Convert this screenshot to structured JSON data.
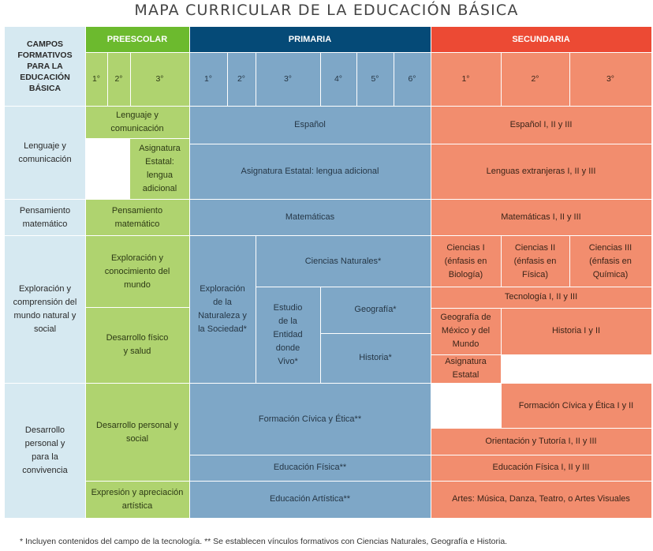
{
  "title": "MAPA CURRICULAR DE LA EDUCACIÓN BÁSICA",
  "header": {
    "campos": "CAMPOS FORMATIVOS PARA LA EDUCACIÓN BÁSICA",
    "preescolar": "PREESCOLAR",
    "primaria": "PRIMARIA",
    "secundaria": "SECUNDARIA",
    "preescolar_grades": [
      "1°",
      "2°",
      "3°"
    ],
    "primaria_grades": [
      "1°",
      "2°",
      "3°",
      "4°",
      "5°",
      "6°"
    ],
    "secundaria_grades": [
      "1°",
      "2°",
      "3°"
    ]
  },
  "campos": {
    "lenguaje": "Lenguaje y comunicación",
    "pensamiento": "Pensamiento matemático",
    "exploracion": "Exploración y comprensión del mundo natural y social",
    "desarrollo": "Desarrollo personal y para la convivencia"
  },
  "preescolar": {
    "lenguaje": "Lenguaje y comunicación",
    "asignatura_estatal": "Asignatura Estatal: lengua adicional",
    "pensamiento": "Pensamiento matemático",
    "exploracion": "Exploración y conocimiento del mundo",
    "desarrollo_fisico": "Desarrollo físico y salud",
    "desarrollo_personal": "Desarrollo personal y social",
    "expresion": "Expresión y apreciación artística"
  },
  "primaria": {
    "espanol": "Español",
    "asignatura_estatal": "Asignatura Estatal:  lengua adicional",
    "matematicas": "Matemáticas",
    "exploracion_naturaleza": "Exploración de la Naturaleza y la Sociedad*",
    "ciencias_naturales": "Ciencias Naturales*",
    "estudio_entidad": "Estudio de la Entidad donde Vivo*",
    "geografia": "Geografía*",
    "historia": "Historia*",
    "formacion_civica": "Formación Cívica y Ética**",
    "educacion_fisica": "Educación Física**",
    "educacion_artistica": "Educación Artística**"
  },
  "secundaria": {
    "espanol": "Español I, II y III",
    "lenguas_extranjeras": "Lenguas extranjeras  I, II y III",
    "matematicas": "Matemáticas  I, II y III",
    "ciencias_1": "Ciencias I (énfasis en Biología)",
    "ciencias_2": "Ciencias II (énfasis en Física)",
    "ciencias_3": "Ciencias III (énfasis en Química)",
    "tecnologia": "Tecnología  I, II y III",
    "geografia": "Geografía de México y del Mundo",
    "historia": "Historia I y II",
    "asignatura_estatal": "Asignatura Estatal",
    "formacion_civica": "Formación Cívica  y Ética I y II",
    "orientacion": "Orientación  y Tutoría  I, II y III",
    "educacion_fisica": "Educación Física I, II y III",
    "artes": "Artes: Música, Danza, Teatro, o Artes Visuales"
  },
  "footnote": "* Incluyen contenidos del campo de la tecnología.  ** Se establecen vínculos formativos con Ciencias Naturales, Geografía e Historia."
}
